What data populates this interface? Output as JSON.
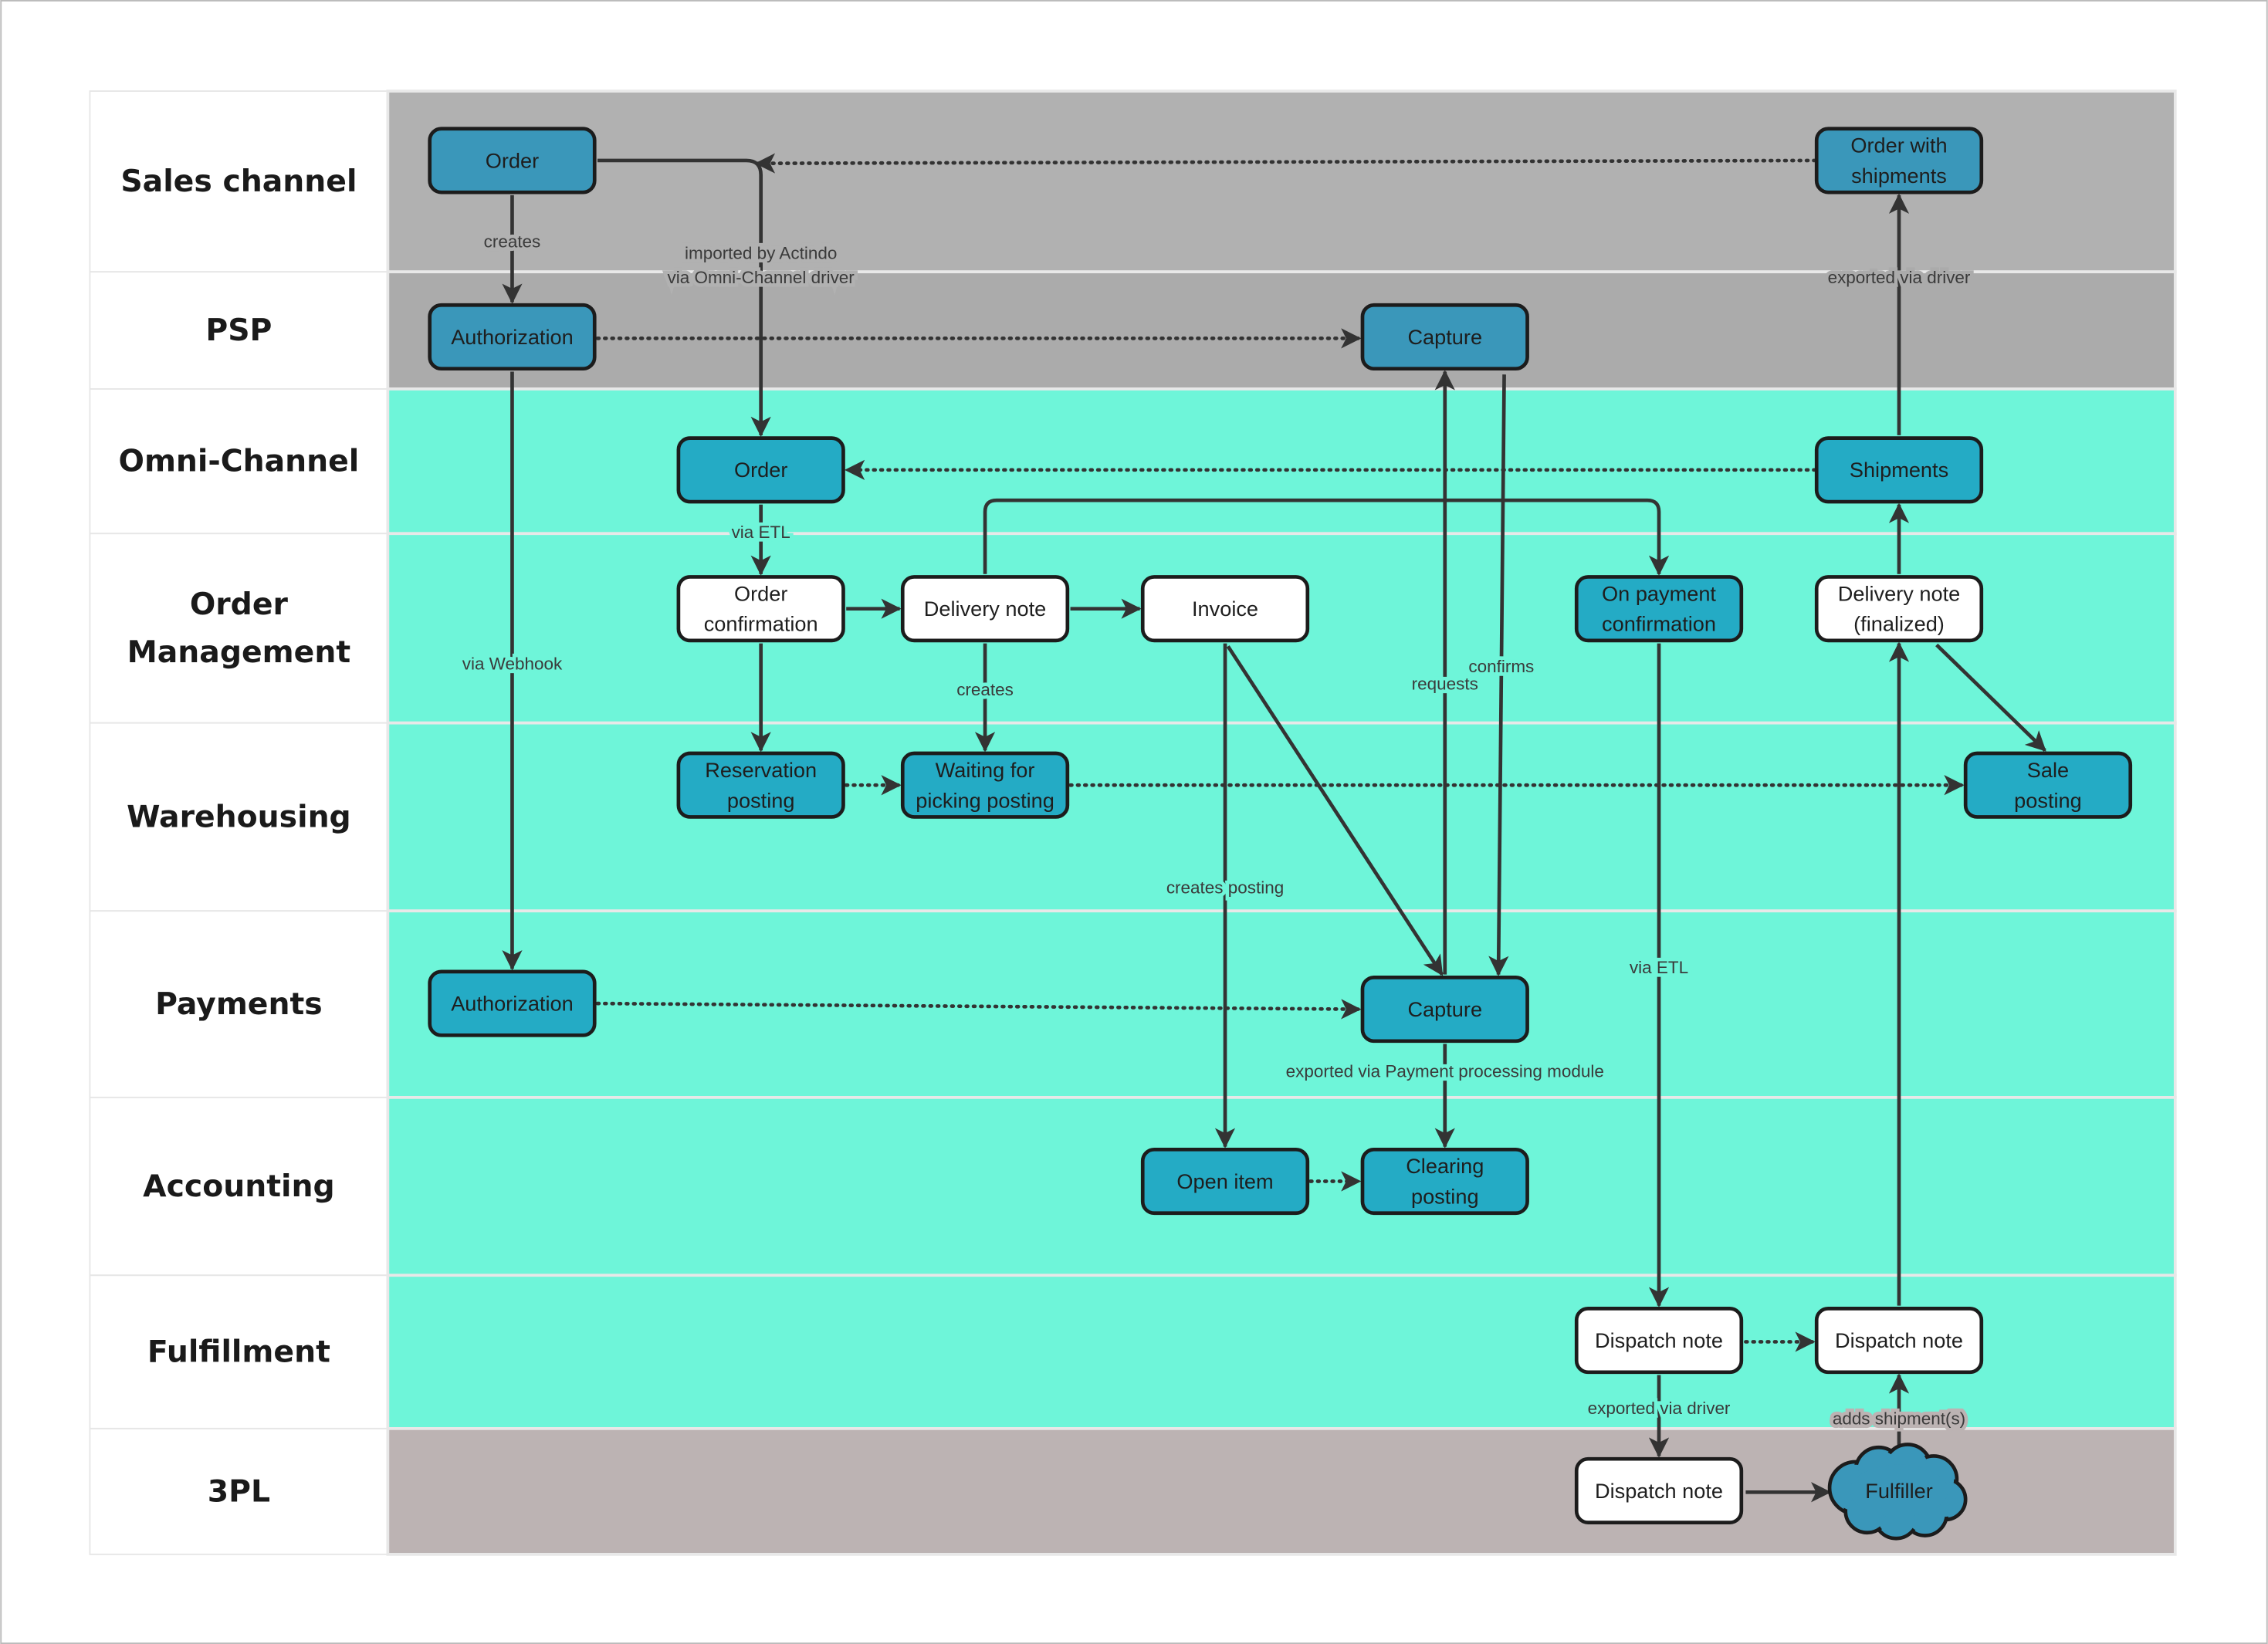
{
  "lanes": [
    {
      "label": [
        "Sales channel"
      ],
      "color": "#b1b1b1"
    },
    {
      "label": [
        "PSP"
      ],
      "color": "#ababab"
    },
    {
      "label": [
        "Omni-Channel"
      ],
      "color": "#6ef5d9"
    },
    {
      "label": [
        "Order",
        "Management"
      ],
      "color": "#6ef5d9"
    },
    {
      "label": [
        "Warehousing"
      ],
      "color": "#6ef5d9"
    },
    {
      "label": [
        "Payments"
      ],
      "color": "#6ef5d9"
    },
    {
      "label": [
        "Accounting"
      ],
      "color": "#6ef5d9"
    },
    {
      "label": [
        "Fulfillment"
      ],
      "color": "#6ef5d9"
    },
    {
      "label": [
        "3PL"
      ],
      "color": "#bcb3b3"
    }
  ],
  "colors": {
    "node_gray_lane": "#3a97ba",
    "node_teal_lane": "#24abc5",
    "node_white": "#ffffff",
    "edge": "#333333",
    "border": "#1c1c1c"
  },
  "nodes": {
    "sales_order": {
      "text": [
        "Order"
      ],
      "style": "gray"
    },
    "order_with_shipments": {
      "text": [
        "Order with",
        "shipments"
      ],
      "style": "gray"
    },
    "psp_authorization": {
      "text": [
        "Authorization"
      ],
      "style": "gray"
    },
    "psp_capture": {
      "text": [
        "Capture"
      ],
      "style": "gray"
    },
    "omni_order": {
      "text": [
        "Order"
      ],
      "style": "teal"
    },
    "shipments": {
      "text": [
        "Shipments"
      ],
      "style": "teal"
    },
    "order_confirmation": {
      "text": [
        "Order",
        "confirmation"
      ],
      "style": "white"
    },
    "delivery_note": {
      "text": [
        "Delivery note"
      ],
      "style": "white"
    },
    "invoice": {
      "text": [
        "Invoice"
      ],
      "style": "white"
    },
    "on_payment_confirmation": {
      "text": [
        "On payment",
        "confirmation"
      ],
      "style": "teal"
    },
    "delivery_note_finalized": {
      "text": [
        "Delivery note",
        "(finalized)"
      ],
      "style": "white"
    },
    "reservation_posting": {
      "text": [
        "Reservation",
        "posting"
      ],
      "style": "teal"
    },
    "waiting_for_picking_posting": {
      "text": [
        "Waiting for",
        "picking posting"
      ],
      "style": "teal"
    },
    "sale_posting": {
      "text": [
        "Sale",
        "posting"
      ],
      "style": "teal"
    },
    "payments_authorization": {
      "text": [
        "Authorization"
      ],
      "style": "teal"
    },
    "payments_capture": {
      "text": [
        "Capture"
      ],
      "style": "teal"
    },
    "open_item": {
      "text": [
        "Open item"
      ],
      "style": "teal"
    },
    "clearing_posting": {
      "text": [
        "Clearing",
        "posting"
      ],
      "style": "teal"
    },
    "dispatch_note_1": {
      "text": [
        "Dispatch note"
      ],
      "style": "white"
    },
    "dispatch_note_2": {
      "text": [
        "Dispatch note"
      ],
      "style": "white"
    },
    "dispatch_note_3pl": {
      "text": [
        "Dispatch note"
      ],
      "style": "white"
    },
    "fulfiller": {
      "text": [
        "Fulfiller"
      ],
      "style": "cloud"
    }
  },
  "edge_labels": {
    "creates_1": [
      "creates"
    ],
    "imported": [
      "imported by Actindo",
      "via Omni-Channel driver"
    ],
    "via_webhook": [
      "via Webhook"
    ],
    "exported_via_driver_1": [
      "exported via driver"
    ],
    "via_etl_1": [
      "via ETL"
    ],
    "creates_2": [
      "creates"
    ],
    "creates_posting": [
      "creates posting"
    ],
    "requests": [
      "requests"
    ],
    "confirms": [
      "confirms"
    ],
    "exported_payment": [
      "exported via Payment processing module"
    ],
    "via_etl_2": [
      "via ETL"
    ],
    "exported_via_driver_2": [
      "exported via driver"
    ],
    "adds_shipments": [
      "adds shipment(s)"
    ]
  }
}
